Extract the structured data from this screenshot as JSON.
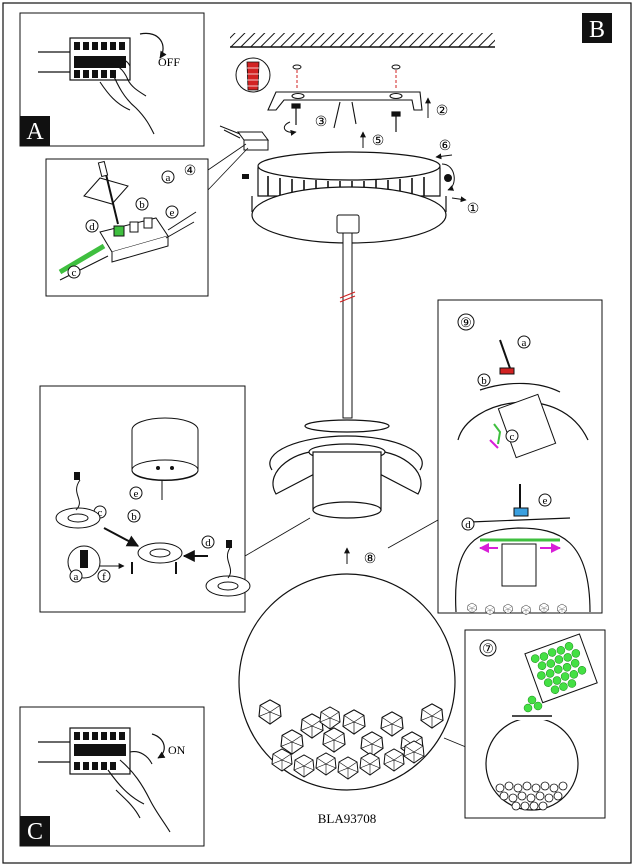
{
  "panels": {
    "a": {
      "letter": "A"
    },
    "b": {
      "letter": "B"
    },
    "c": {
      "letter": "C"
    }
  },
  "switch_labels": {
    "off": "OFF",
    "on": "ON"
  },
  "steps": [
    "①",
    "②",
    "③",
    "④",
    "⑤",
    "⑥",
    "⑦",
    "⑧",
    "⑨"
  ],
  "sub": {
    "a": "a",
    "b": "b",
    "c": "c",
    "d": "d",
    "e": "e",
    "f": "f"
  },
  "model_code": "BLA93708",
  "colors": {
    "line": "#111111",
    "cable_green": "#3fbf3f",
    "crystal_green": "#44e044",
    "arrow_magenta": "#d81fd8",
    "clip_red": "#d22222",
    "clip_blue": "#3aa0e0"
  },
  "icons": [
    "circuit-breaker-icon",
    "hand-icon",
    "rotate-arrow-icon",
    "wall-plug-icon",
    "screw-icon",
    "screwdriver-icon"
  ]
}
